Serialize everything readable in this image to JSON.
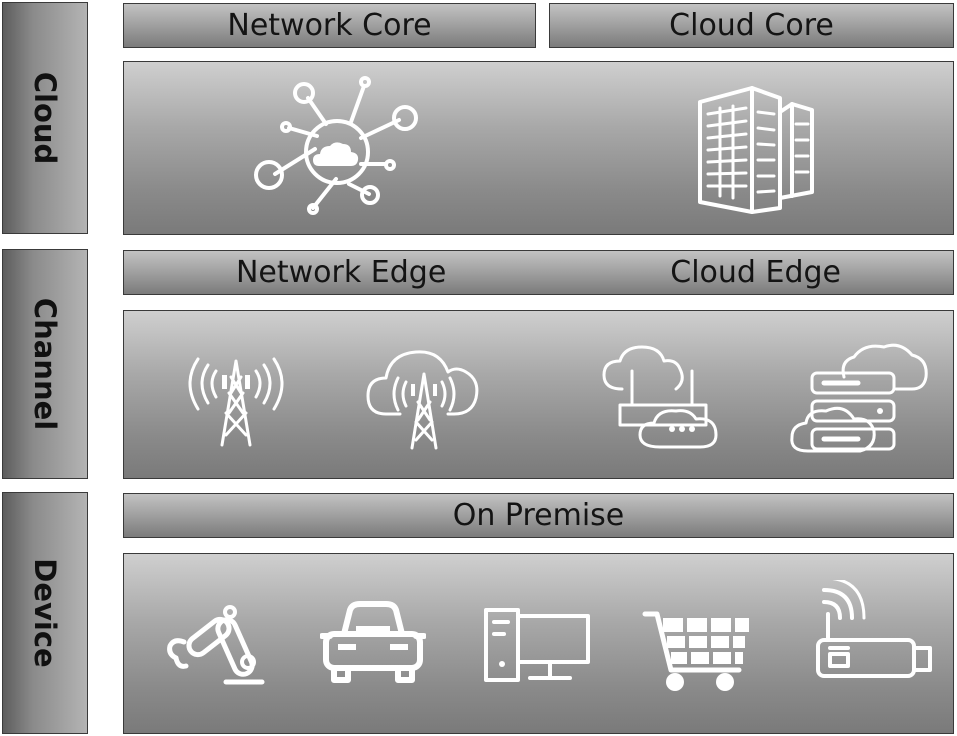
{
  "layers": [
    {
      "side_label": "Cloud",
      "headers": [
        "Network Core",
        "Cloud Core"
      ],
      "icons": [
        "network-hub-cloud-icon",
        "data-center-building-icon"
      ]
    },
    {
      "side_label": "Channel",
      "headers": [
        "Network Edge",
        "Cloud Edge"
      ],
      "icons": [
        "cell-tower-icon",
        "cloud-tower-icon",
        "cloud-router-icon",
        "cloud-server-stack-icon"
      ]
    },
    {
      "side_label": "Device",
      "headers": [
        "On Premise"
      ],
      "icons": [
        "robot-arm-icon",
        "car-icon",
        "desktop-computer-icon",
        "shopping-cart-icon",
        "iot-gateway-icon"
      ]
    }
  ],
  "colors": {
    "panel_gradient_top": "#cfcfcf",
    "panel_gradient_bottom": "#7a7a7a",
    "icon": "#ffffff",
    "text": "#141414"
  }
}
